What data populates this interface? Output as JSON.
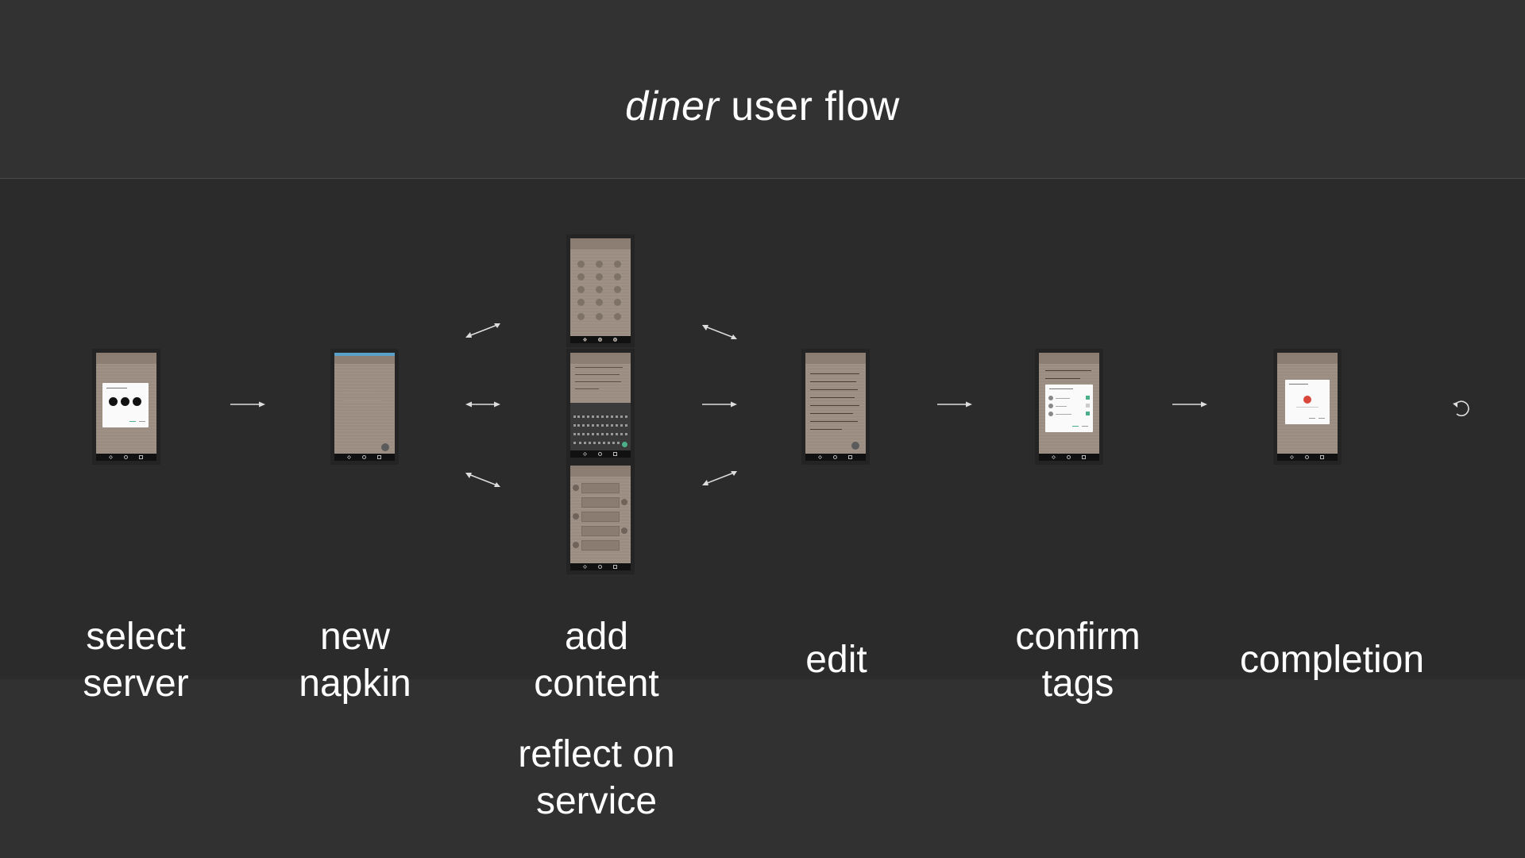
{
  "title": {
    "italic": "diner",
    "rest": " user flow"
  },
  "steps": {
    "select_server": [
      "select",
      "server"
    ],
    "new_napkin": [
      "new",
      "napkin"
    ],
    "add_content": [
      "add",
      "content"
    ],
    "reflect": [
      "reflect on",
      "service"
    ],
    "edit": [
      "edit"
    ],
    "confirm_tags": [
      "confirm",
      "tags"
    ],
    "completion": [
      "completion"
    ]
  },
  "colors": {
    "background": "#2b2b2b",
    "header": "#323232",
    "phone": "#9b8d81",
    "text": "#ffffff",
    "accent_red": "#d9473b",
    "accent_green": "#4caf8a"
  },
  "icons": [
    "arrow-right-icon",
    "double-arrow-icon",
    "refresh-icon"
  ]
}
